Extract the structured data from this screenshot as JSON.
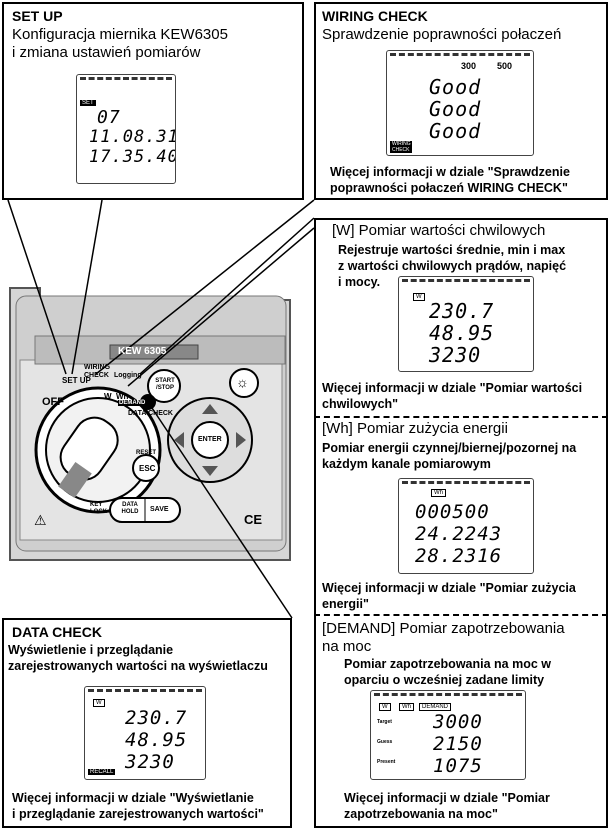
{
  "setup": {
    "title": "SET UP",
    "sub1": "Konfiguracja miernika KEW6305",
    "sub2": "i zmiana ustawień pomiarów",
    "lcd": {
      "tag": "SET",
      "l1": "07",
      "l2": "11.08.31",
      "l3": "17.35.40"
    }
  },
  "wiring": {
    "title": "WIRING CHECK",
    "sub": "Sprawdzenie poprawności połaczeń",
    "more1": "Więcej informacji w dziale \"Sprawdzenie",
    "more2": "poprawności połaczeń WIRING CHECK\"",
    "lcd": {
      "v1": "300",
      "v2": "500",
      "g1": "Good",
      "g2": "Good",
      "g3": "Good",
      "tag": "WIRING CHECK"
    }
  },
  "w": {
    "title": "[W] Pomiar wartości chwilowych",
    "d1": "Rejestruje wartości średnie, min i max",
    "d2": "z wartości chwilowych prądów, napięć",
    "d3": "i mocy.",
    "more1": "Więcej informacji w dziale \"Pomiar wartości",
    "more2": "chwilowych\"",
    "lcd": {
      "l1": "230.7",
      "l2": "48.95",
      "l3": "3230",
      "tag": "W"
    }
  },
  "wh": {
    "title": "[Wh] Pomiar zużycia energii",
    "d1": "Pomiar energii czynnej/biernej/pozornej na",
    "d2": "każdym kanale pomiarowym",
    "more1": "Więcej informacji w dziale \"Pomiar zużycia",
    "more2": "energii\"",
    "lcd": {
      "l1": "000500",
      "l2": "24.2243",
      "l3": "28.2316",
      "tag": "Wh"
    }
  },
  "demand": {
    "title1": "[DEMAND] Pomiar zapotrzebowania",
    "title2": "na moc",
    "d1": "Pomiar zapotrzebowania na moc w",
    "d2": "oparciu o wcześniej zadane limity",
    "more1": "Więcej informacji w dziale \"Pomiar",
    "more2": "zapotrzebowania na moc\"",
    "lcd": {
      "l1": "3000",
      "l2": "2150",
      "l3": "1075",
      "tags": [
        "W",
        "Wh",
        "DEMAND"
      ],
      "lab1": "Target",
      "lab2": "Guess",
      "lab3": "Present"
    }
  },
  "datacheck": {
    "title": "DATA CHECK",
    "d1": "Wyświetlenie i przeglądanie",
    "d2": "zarejestrowanych wartości na wyświetlaczu",
    "more1": "Więcej informacji w dziale \"Wyświetlanie",
    "more2": "i przeglądanie zarejestrowanych wartości\"",
    "lcd": {
      "l1": "230.7",
      "l2": "48.95",
      "l3": "3230",
      "tag": "RECALL"
    }
  },
  "device": {
    "model": "KEW 6305",
    "off": "OFF",
    "setup": "SET UP",
    "wiring": "WIRING CHECK",
    "logging": "Logging",
    "start": "START /STOP",
    "w": "W",
    "wh": "Wh",
    "demand": "DEMAND",
    "datacheck": "DATA CHECK",
    "enter": "ENTER",
    "esc": "ESC",
    "reset": "RESET",
    "keylock": "KEY LOCK",
    "datahold": "DATA HOLD",
    "save": "SAVE",
    "ce": "CE"
  }
}
